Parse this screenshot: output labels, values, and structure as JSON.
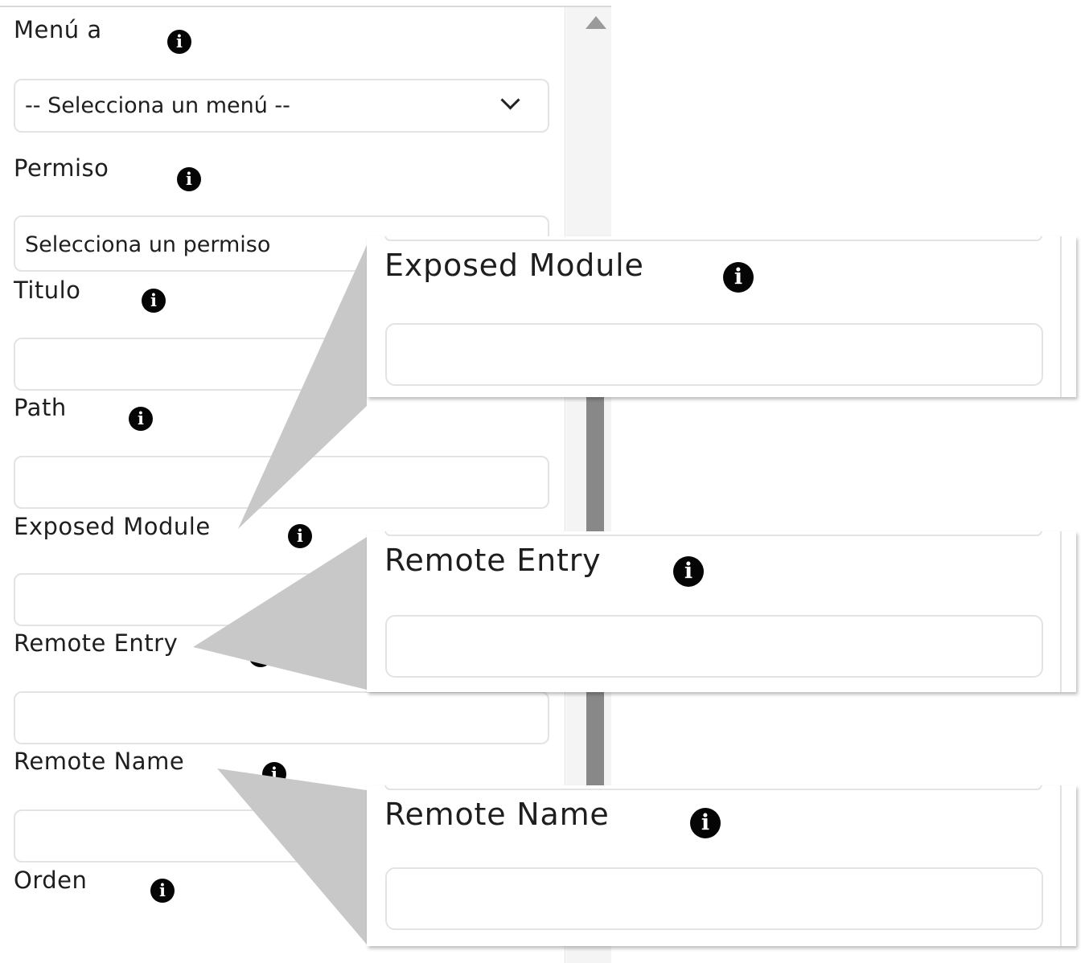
{
  "form": {
    "menu": {
      "label": "Menú a",
      "placeholder": "-- Selecciona un menú --"
    },
    "permiso": {
      "label": "Permiso",
      "placeholder": "Selecciona un permiso"
    },
    "titulo": {
      "label": "Titulo",
      "value": ""
    },
    "path": {
      "label": "Path",
      "value": ""
    },
    "exposed_module": {
      "label": "Exposed Module",
      "value": ""
    },
    "remote_entry": {
      "label": "Remote Entry",
      "value": ""
    },
    "remote_name": {
      "label": "Remote Name",
      "value": ""
    },
    "orden": {
      "label": "Orden"
    }
  },
  "zoom": {
    "exposed_module": {
      "label": "Exposed Module"
    },
    "remote_entry": {
      "label": "Remote Entry"
    },
    "remote_name": {
      "label": "Remote Name"
    }
  },
  "icons": {
    "info": "info-icon",
    "info_glyph": "i",
    "chevron": "chevron-down-icon",
    "scroll_up": "scroll-up-arrow-icon"
  },
  "colors": {
    "info_icon": "#050505",
    "input_border": "#e3e3e3",
    "scroll_thumb": "#888888",
    "callout": "#c8c8c8"
  }
}
